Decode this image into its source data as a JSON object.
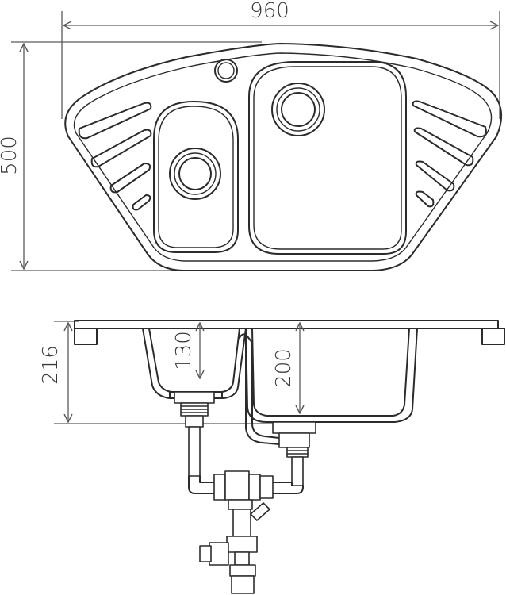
{
  "dimensions": {
    "width": "960",
    "depth": "500",
    "height": "216",
    "small_bowl_depth": "130",
    "large_bowl_depth": "200"
  }
}
